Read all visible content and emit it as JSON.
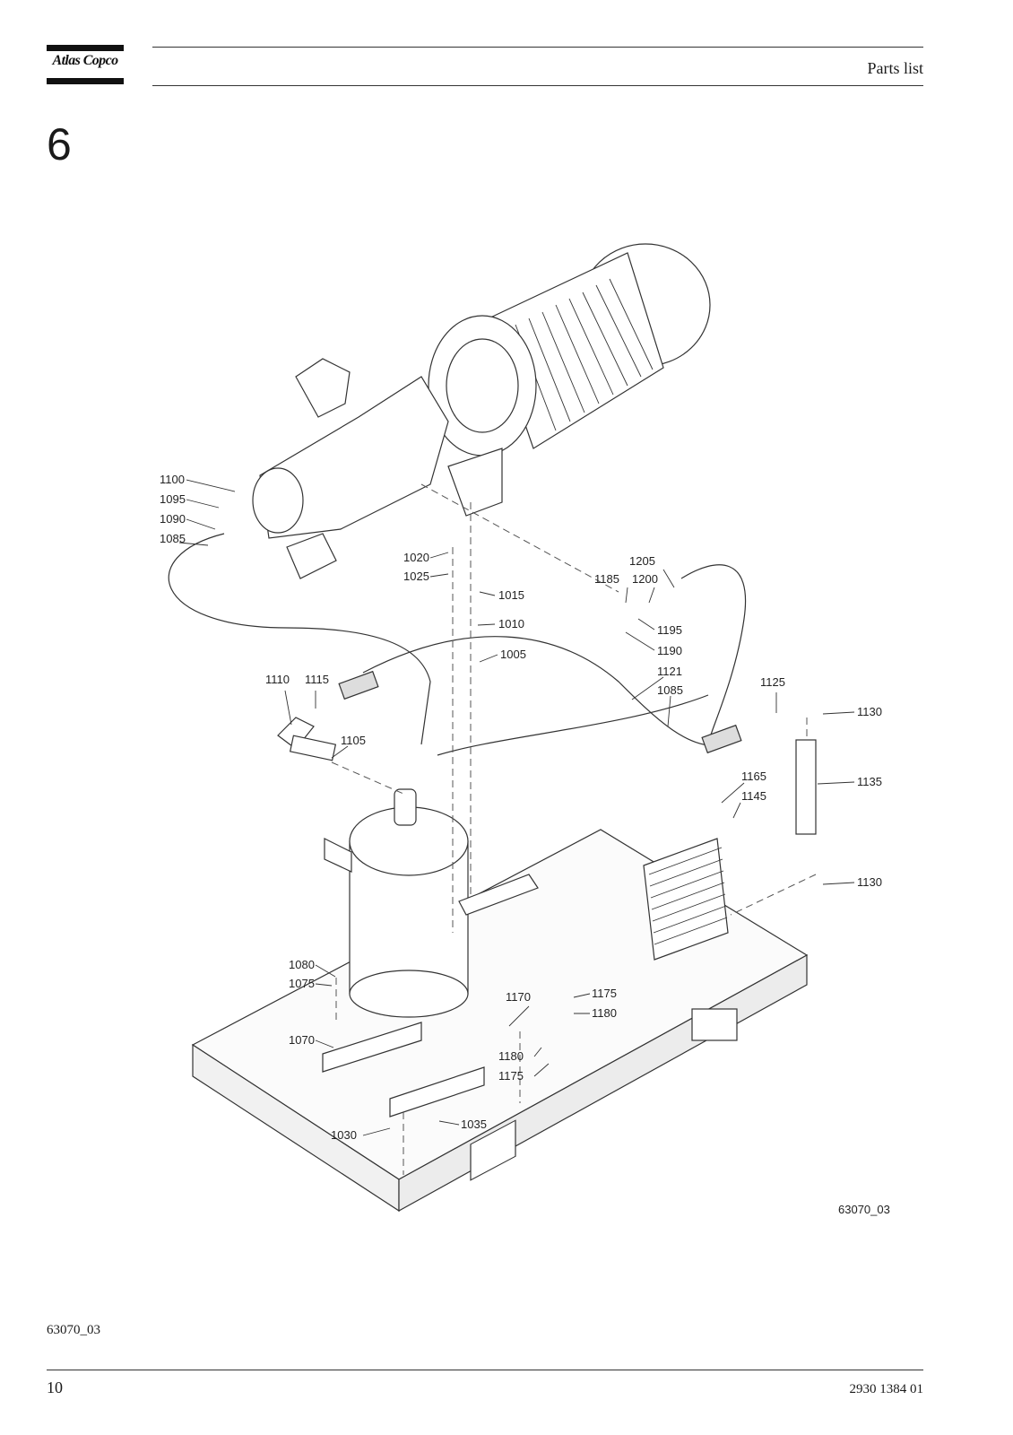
{
  "header": {
    "brand": "Atlas Copco",
    "title": "Parts list"
  },
  "chapter": "6",
  "diagram": {
    "drawing_ref": "63070_03",
    "callouts": {
      "c1100": "1100",
      "c1095": "1095",
      "c1090": "1090",
      "c1085a": "1085",
      "c1020": "1020",
      "c1025": "1025",
      "c1015": "1015",
      "c1010": "1010",
      "c1005": "1005",
      "c1205": "1205",
      "c1185": "1185",
      "c1200": "1200",
      "c1195": "1195",
      "c1190": "1190",
      "c1121": "1121",
      "c1085b": "1085",
      "c1110": "1110",
      "c1115": "1115",
      "c1105": "1105",
      "c1125": "1125",
      "c1130a": "1130",
      "c1135": "1135",
      "c1165": "1165",
      "c1145": "1145",
      "c1130b": "1130",
      "c1080": "1080",
      "c1075": "1075",
      "c1170": "1170",
      "c1175a": "1175",
      "c1180a": "1180",
      "c1070": "1070",
      "c1180b": "1180",
      "c1175b": "1175",
      "c1030": "1030",
      "c1035": "1035"
    }
  },
  "footer": {
    "caption": "63070_03",
    "page_number": "10",
    "document_number": "2930 1384 01"
  }
}
